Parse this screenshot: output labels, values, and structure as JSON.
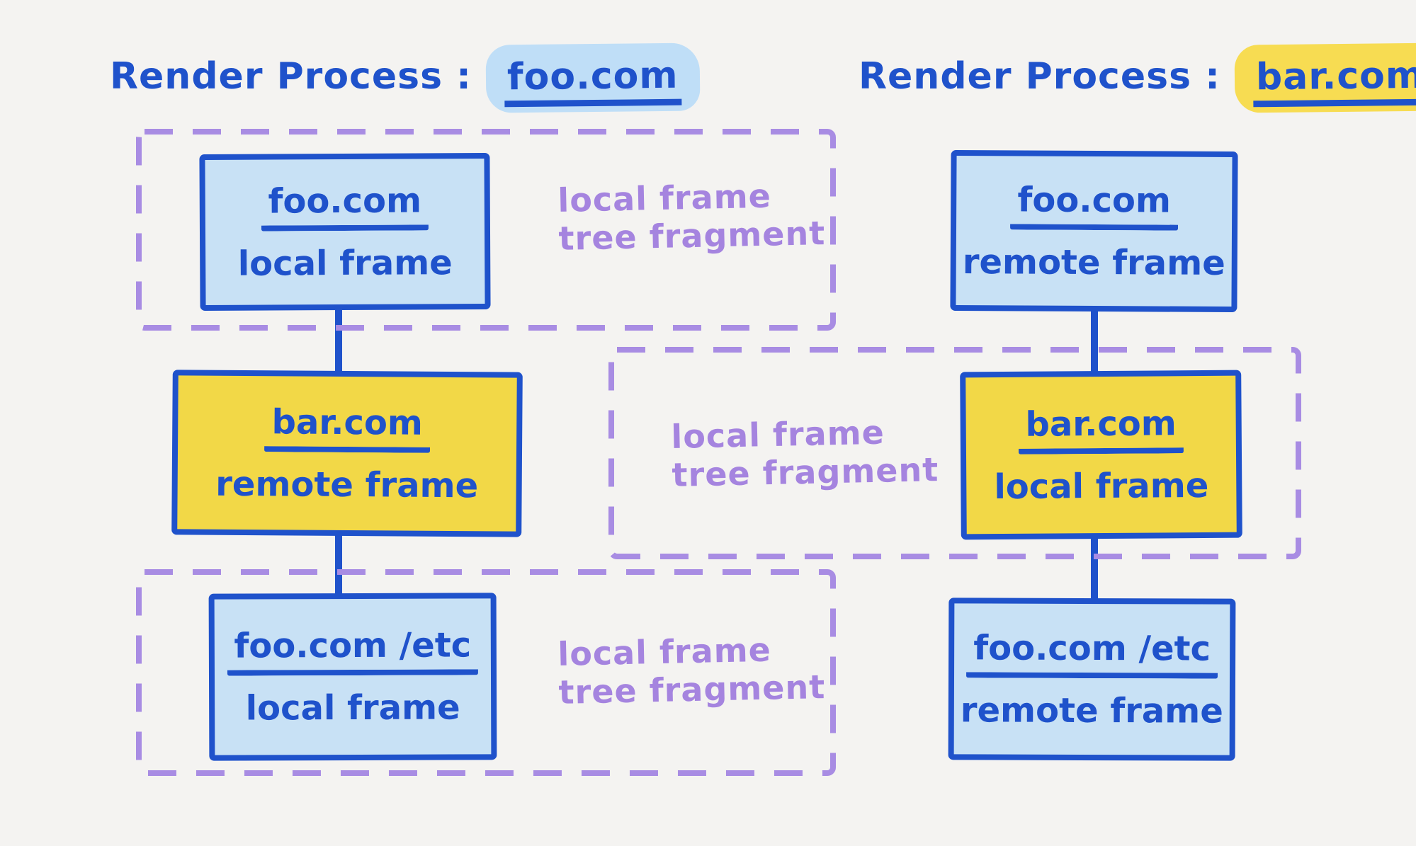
{
  "palette": {
    "ink_blue": "#1f52cb",
    "light_blue_fill": "#c8e1f5",
    "yellow_fill": "#f2d847",
    "purple_dash": "#a88ce3",
    "purple_text": "#a584df",
    "highlight_blue": "#bfdef7",
    "highlight_yellow": "#f7dc52",
    "background": "#f4f3f1"
  },
  "titles": {
    "left": {
      "prefix": "Render Process :",
      "domain": "foo.com"
    },
    "right": {
      "prefix": "Render Process :",
      "domain": "bar.com"
    }
  },
  "left_process": {
    "nodes": [
      {
        "domain": "foo.com",
        "frame_type": "local frame"
      },
      {
        "domain": "bar.com",
        "frame_type": "remote frame"
      },
      {
        "domain": "foo.com /etc",
        "frame_type": "local frame"
      }
    ],
    "fragment_labels": [
      "local frame\ntree fragment",
      "local frame\ntree fragment"
    ]
  },
  "right_process": {
    "nodes": [
      {
        "domain": "foo.com",
        "frame_type": "remote frame"
      },
      {
        "domain": "bar.com",
        "frame_type": "local frame"
      },
      {
        "domain": "foo.com /etc",
        "frame_type": "remote frame"
      }
    ],
    "fragment_labels": [
      "local frame\ntree fragment"
    ]
  }
}
